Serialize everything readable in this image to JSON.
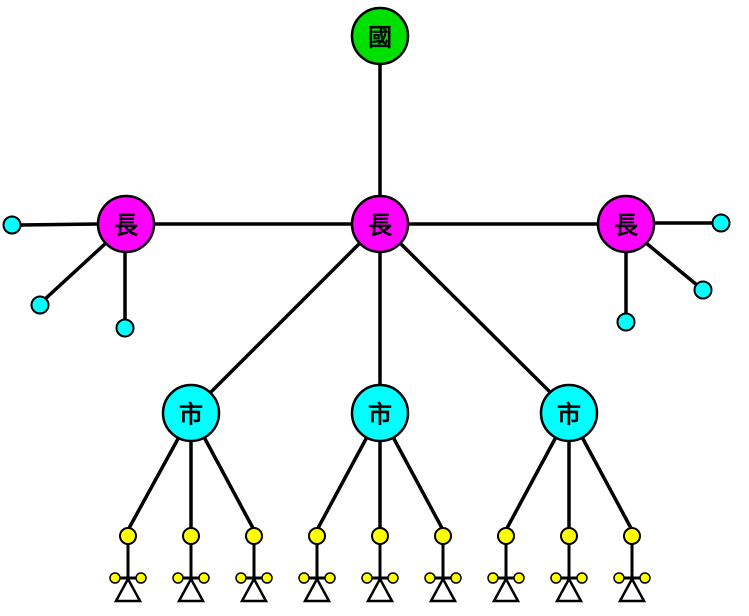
{
  "diagram": {
    "root": {
      "label": "國",
      "color": "#00e000"
    },
    "hub": {
      "label": "長",
      "color": "#ff00ff"
    },
    "branch_left": {
      "label": "長",
      "color": "#ff00ff"
    },
    "branch_right": {
      "label": "長",
      "color": "#ff00ff"
    },
    "cities": [
      {
        "label": "市",
        "color": "#00ffff"
      },
      {
        "label": "市",
        "color": "#00ffff"
      },
      {
        "label": "市",
        "color": "#00ffff"
      }
    ],
    "leaf_color": "#00ffff",
    "people_color": "#ffff00",
    "people_per_city": 3
  }
}
